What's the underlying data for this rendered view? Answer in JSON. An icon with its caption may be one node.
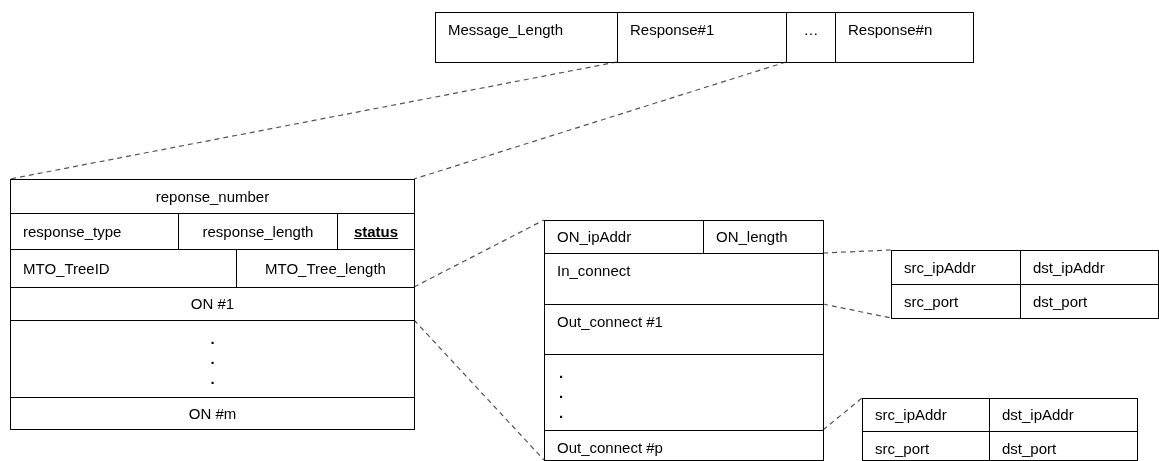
{
  "diagram": {
    "nodes": [
      {
        "text": [],
        "shape": "box"
      },
      {
        "text": [
          "Message_Length"
        ],
        "in": 0
      },
      {
        "text": [
          "Response#1"
        ],
        "in": 0
      },
      {
        "text": [
          "…"
        ],
        "in": 0
      },
      {
        "text": [
          "Response#n"
        ],
        "in": 0
      },
      {
        "text": [],
        "shape": "box"
      },
      {
        "text": [
          "reponse_number"
        ],
        "in": 5
      },
      {
        "text": [
          "response_type"
        ],
        "in": 5
      },
      {
        "text": [
          "response_length"
        ],
        "in": 5
      },
      {
        "text": [
          "status"
        ],
        "in": 5
      },
      {
        "text": [
          "MTO_TreeID"
        ],
        "in": 5
      },
      {
        "text": [
          "MTO_Tree_length"
        ],
        "in": 5
      },
      {
        "text": [
          "ON #1"
        ],
        "in": 5
      },
      {
        "text": [
          ". . ."
        ],
        "in": 5
      },
      {
        "text": [
          "ON #m"
        ],
        "in": 5
      },
      {
        "text": [],
        "shape": "box"
      },
      {
        "text": [
          "ON_ipAddr"
        ],
        "in": 15
      },
      {
        "text": [
          "ON_length"
        ],
        "in": 15
      },
      {
        "text": [
          "In_connect"
        ],
        "in": 15
      },
      {
        "text": [
          "Out_connect #1"
        ],
        "in": 15
      },
      {
        "text": [
          ". . ."
        ],
        "in": 15
      },
      {
        "text": [
          "Out_connect #p"
        ],
        "in": 15
      },
      {
        "text": [],
        "shape": "box"
      },
      {
        "text": [
          "src_ipAddr"
        ],
        "in": 22
      },
      {
        "text": [
          "dst_ipAddr"
        ],
        "in": 22
      },
      {
        "text": [
          "src_port"
        ],
        "in": 22
      },
      {
        "text": [
          "dst_port"
        ],
        "in": 22
      },
      {
        "text": [],
        "shape": "box"
      },
      {
        "text": [
          "src_ipAddr"
        ],
        "in": 27
      },
      {
        "text": [
          "dst_ipAddr"
        ],
        "in": 27
      },
      {
        "text": [
          "src_port"
        ],
        "in": 27
      },
      {
        "text": [
          "dst_port"
        ],
        "in": 27
      }
    ],
    "edges": [
      {
        "from": 2,
        "to": 5,
        "arrow": "none",
        "style": "dashed"
      },
      {
        "from": 2,
        "to": 5,
        "arrow": "none",
        "style": "dashed"
      },
      {
        "from": 12,
        "to": 15,
        "arrow": "none",
        "style": "dashed"
      },
      {
        "from": 12,
        "to": 15,
        "arrow": "none",
        "style": "dashed"
      },
      {
        "from": 18,
        "to": 22,
        "arrow": "none",
        "style": "dashed"
      },
      {
        "from": 18,
        "to": 22,
        "arrow": "none",
        "style": "dashed"
      },
      {
        "from": 21,
        "to": 27,
        "arrow": "none",
        "style": "dashed"
      }
    ]
  }
}
